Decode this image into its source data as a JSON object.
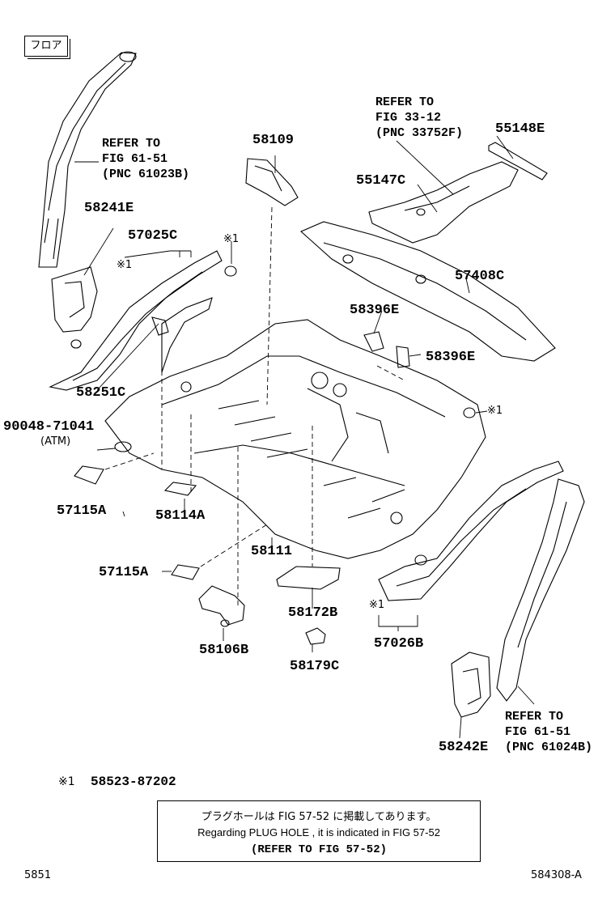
{
  "header": {
    "title": "フロア"
  },
  "parts": {
    "p58241E": "58241E",
    "p57025C": "57025C",
    "p58251C": "58251C",
    "p90048": "90048-71041",
    "atm": "(ATM)",
    "p57115A_1": "57115A",
    "p58114A": "58114A",
    "p57115A_2": "57115A",
    "p58106B": "58106B",
    "p58109": "58109",
    "p58111": "58111",
    "p58172B": "58172B",
    "p58179C": "58179C",
    "p55148E": "55148E",
    "p55147C": "55147C",
    "p57408C": "57408C",
    "p58396E_1": "58396E",
    "p58396E_2": "58396E",
    "p57026B": "57026B",
    "p58242E": "58242E"
  },
  "refs": {
    "left": {
      "l1": "REFER TO",
      "l2": "FIG 61-51",
      "l3": "(PNC 61023B)"
    },
    "top": {
      "l1": "REFER TO",
      "l2": "FIG 33-12",
      "l3": "(PNC 33752F)"
    },
    "bottom": {
      "l1": "REFER TO",
      "l2": "FIG 61-51",
      "l3": "(PNC 61024B)"
    }
  },
  "marks": {
    "m1": "※1",
    "m2": "※1",
    "m3": "※1",
    "m4": "※1"
  },
  "footnote": {
    "mark": "※1",
    "part": "58523-87202"
  },
  "note": {
    "line1": "プラグホールは FIG 57-52 に掲載してあります。",
    "line2": "Regarding PLUG HOLE , it is indicated in FIG 57-52",
    "line3": "(REFER TO FIG 57-52)"
  },
  "footer": {
    "left": "5851",
    "right": "584308-A"
  }
}
